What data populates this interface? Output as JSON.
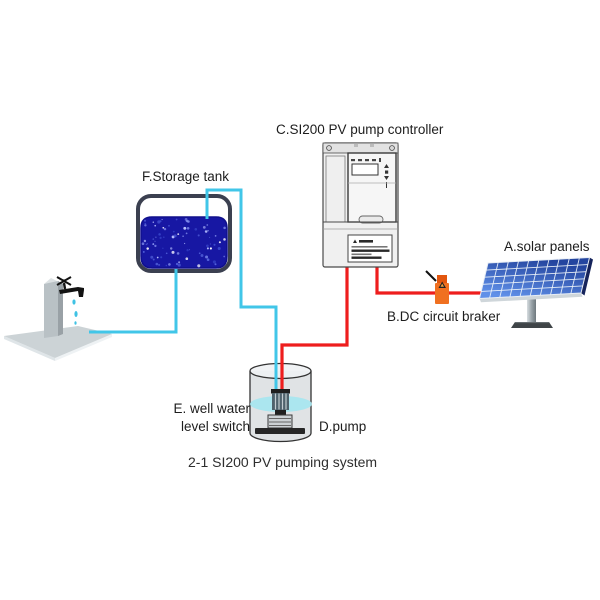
{
  "diagram": {
    "caption": "2-1 SI200 PV pumping system",
    "labels": {
      "controller": "C.SI200 PV pump controller",
      "storage_tank": "F.Storage tank",
      "solar_panels": "A.solar panels",
      "dc_breaker": "B.DC circuit braker",
      "level_switch_line1": "E. well water",
      "level_switch_line2": "level switch",
      "pump": "D.pump"
    },
    "colors": {
      "water_pipe": "#41C6E8",
      "power_wire": "#EE1D1D",
      "tank_water": "#1717A3",
      "well_water_level": "#A5E6F0",
      "solar_cell_top": "#24459F",
      "solar_cell_bottom": "#6090E8",
      "breaker_body": "#F07020"
    }
  }
}
